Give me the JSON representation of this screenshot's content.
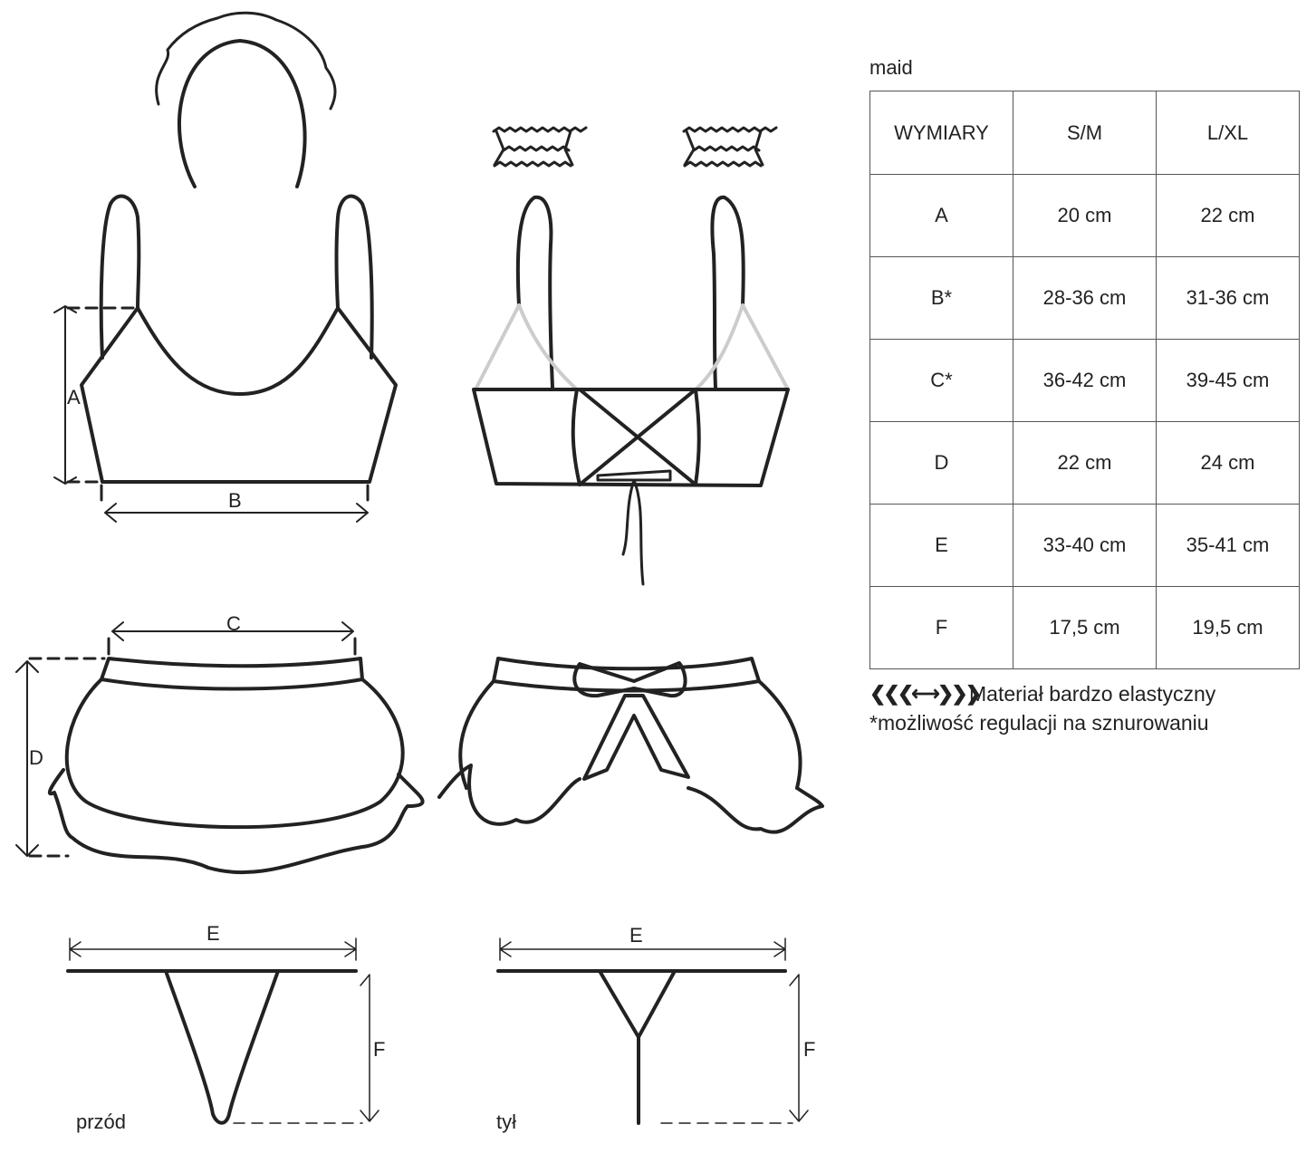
{
  "title": "maid",
  "table": {
    "headers": [
      "WYMIARY",
      "S/M",
      "L/XL"
    ],
    "rows": [
      [
        "A",
        "20 cm",
        "22 cm"
      ],
      [
        "B*",
        "28-36 cm",
        "31-36 cm"
      ],
      [
        "C*",
        "36-42 cm",
        "39-45 cm"
      ],
      [
        "D",
        "22 cm",
        "24 cm"
      ],
      [
        "E",
        "33-40 cm",
        "35-41 cm"
      ],
      [
        "F",
        "17,5 cm",
        "19,5 cm"
      ]
    ]
  },
  "legend": {
    "elastic_icon": "elastic-arrows-icon",
    "elastic_glyph": "❮❮❮⟷❯❯❯",
    "elastic_label": "Materiał bardzo elastyczny",
    "note": "*możliwość regulacji na sznurowaniu"
  },
  "diagram": {
    "labels": {
      "A": "A",
      "B": "B",
      "C": "C",
      "D": "D",
      "E": "E",
      "F": "F"
    },
    "front_label": "przód",
    "back_label": "tył"
  }
}
